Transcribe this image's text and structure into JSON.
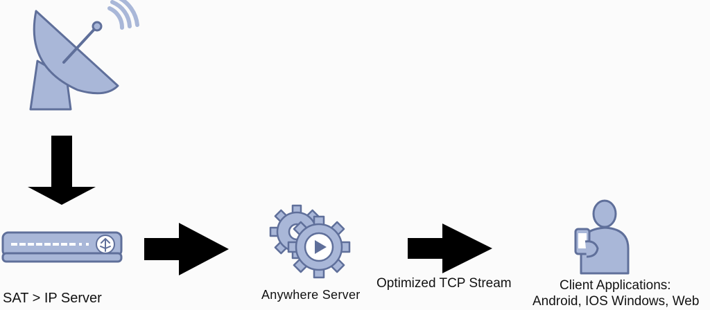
{
  "labels": {
    "sat_ip_server": "SAT > IP Server",
    "anywhere_server": "Anywhere Server",
    "optimized_stream": "Optimized TCP Stream",
    "client_title": "Client Applications:",
    "client_platforms": "Android, IOS Windows, Web"
  },
  "icons": {
    "satellite": "satellite-dish-icon",
    "receiver": "sat-ip-receiver-icon",
    "server": "gear-play-icon",
    "client": "user-with-phone-icon"
  },
  "colors": {
    "icon_fill": "#a9b7d8",
    "icon_stroke": "#5f6f9a",
    "arrow": "#000000",
    "background": "#fbfbfb"
  }
}
